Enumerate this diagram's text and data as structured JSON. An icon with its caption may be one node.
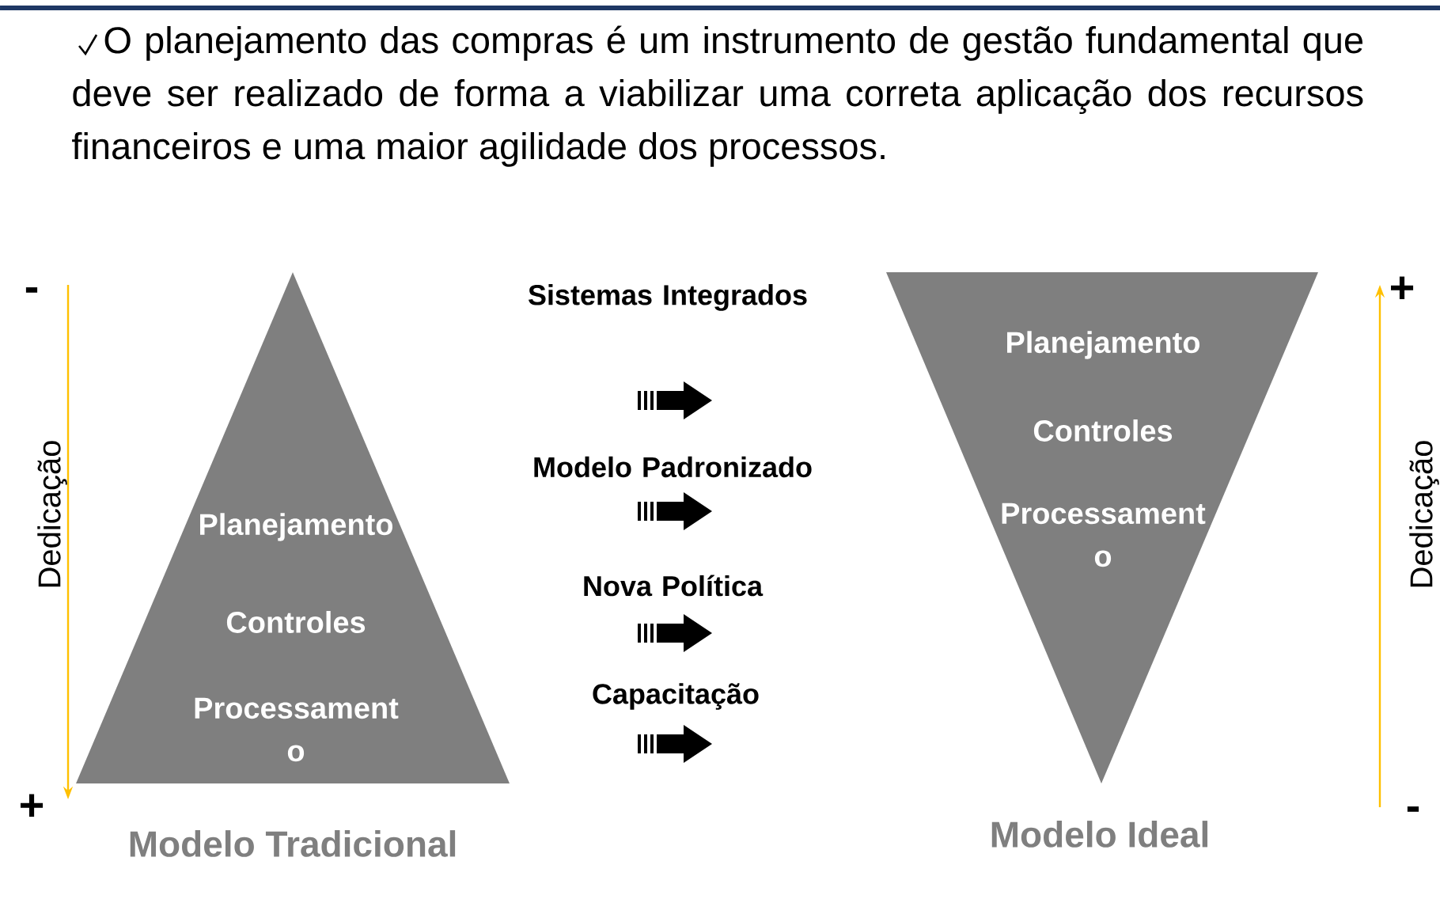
{
  "diagram": {
    "nodes": [
      {
        "text": [
          "Planejamento",
          "Controles",
          "Processament o"
        ],
        "beside": [
          "Modelo Tradicional"
        ]
      },
      {
        "text": [
          "Planejamento",
          "Controles",
          "Processament o"
        ],
        "beside": [
          "Modelo Ideal"
        ]
      }
    ],
    "labels": [
      "O planejamento das compras é um instrumento de gestão fundamental que deve ser realizado de forma a viabilizar uma correta aplicação dos recursos financeiros e uma maior agilidade dos processos.",
      "-",
      "Dedicação",
      "+",
      "Sistemas Integrados",
      "Modelo Padronizado",
      "Nova Política",
      "Capacitação",
      "+",
      "Dedicação",
      "-"
    ]
  }
}
